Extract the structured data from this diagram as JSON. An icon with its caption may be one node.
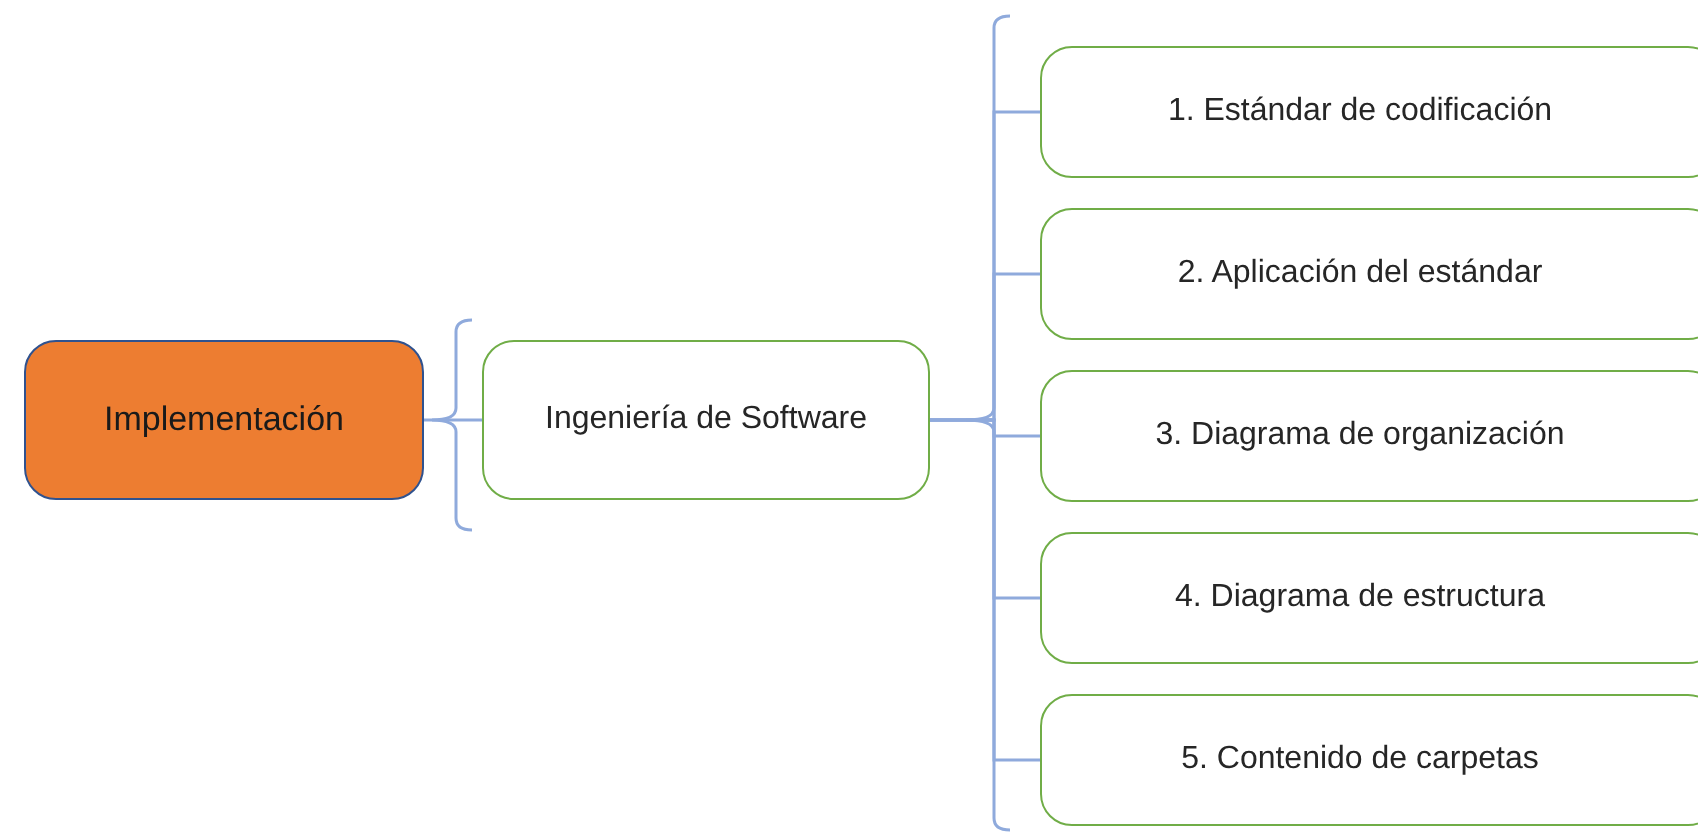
{
  "diagram": {
    "nodes": [
      {
        "text": [
          "Implementación"
        ]
      },
      {
        "text": [
          "Ingeniería de Software"
        ]
      },
      {
        "text": [
          "1. Estándar de codificación"
        ]
      },
      {
        "text": [
          "2. Aplicación del estándar"
        ]
      },
      {
        "text": [
          "3. Diagrama de organización"
        ]
      },
      {
        "text": [
          "4. Diagrama de estructura"
        ]
      },
      {
        "text": [
          "5. Contenido de carpetas"
        ]
      }
    ],
    "edges": [
      {
        "from": 0,
        "to": 1,
        "arrow": "none"
      },
      {
        "from": 1,
        "to": 2,
        "arrow": "none"
      },
      {
        "from": 1,
        "to": 3,
        "arrow": "none"
      },
      {
        "from": 1,
        "to": 4,
        "arrow": "none"
      },
      {
        "from": 1,
        "to": 5,
        "arrow": "none"
      },
      {
        "from": 1,
        "to": 6,
        "arrow": "none"
      }
    ]
  }
}
